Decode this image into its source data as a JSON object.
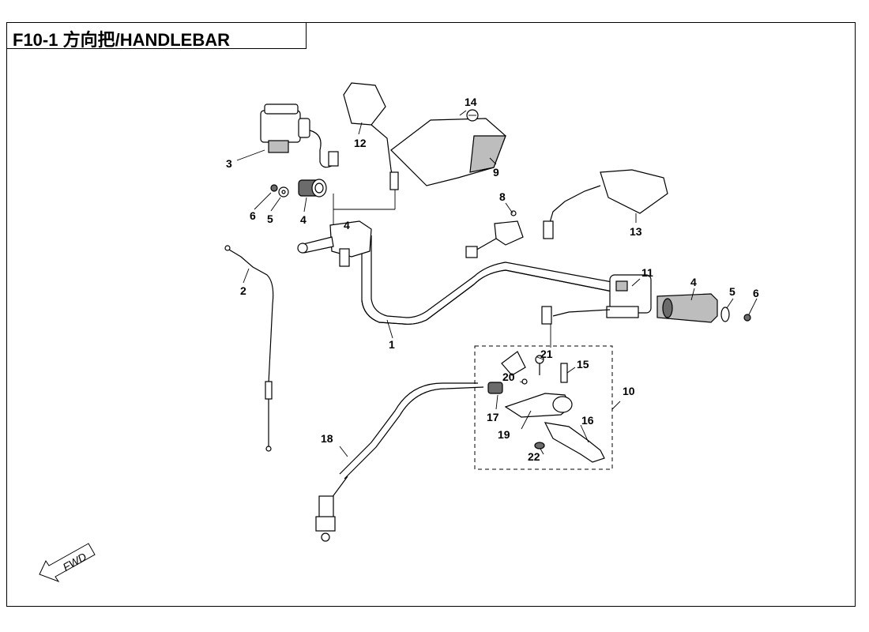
{
  "title": "F10-1 方向把/HANDLEBAR",
  "fwd_label": "FWD",
  "part_numbers": {
    "p1": "1",
    "p2": "2",
    "p3": "3",
    "p4a": "4",
    "p4b": "4",
    "p4c": "4",
    "p5a": "5",
    "p5b": "5",
    "p6a": "6",
    "p6b": "6",
    "p8": "8",
    "p9": "9",
    "p10": "10",
    "p11": "11",
    "p12": "12",
    "p13": "13",
    "p14": "14",
    "p15": "15",
    "p16": "16",
    "p17": "17",
    "p18": "18",
    "p19": "19",
    "p20": "20",
    "p21": "21",
    "p22": "22"
  }
}
